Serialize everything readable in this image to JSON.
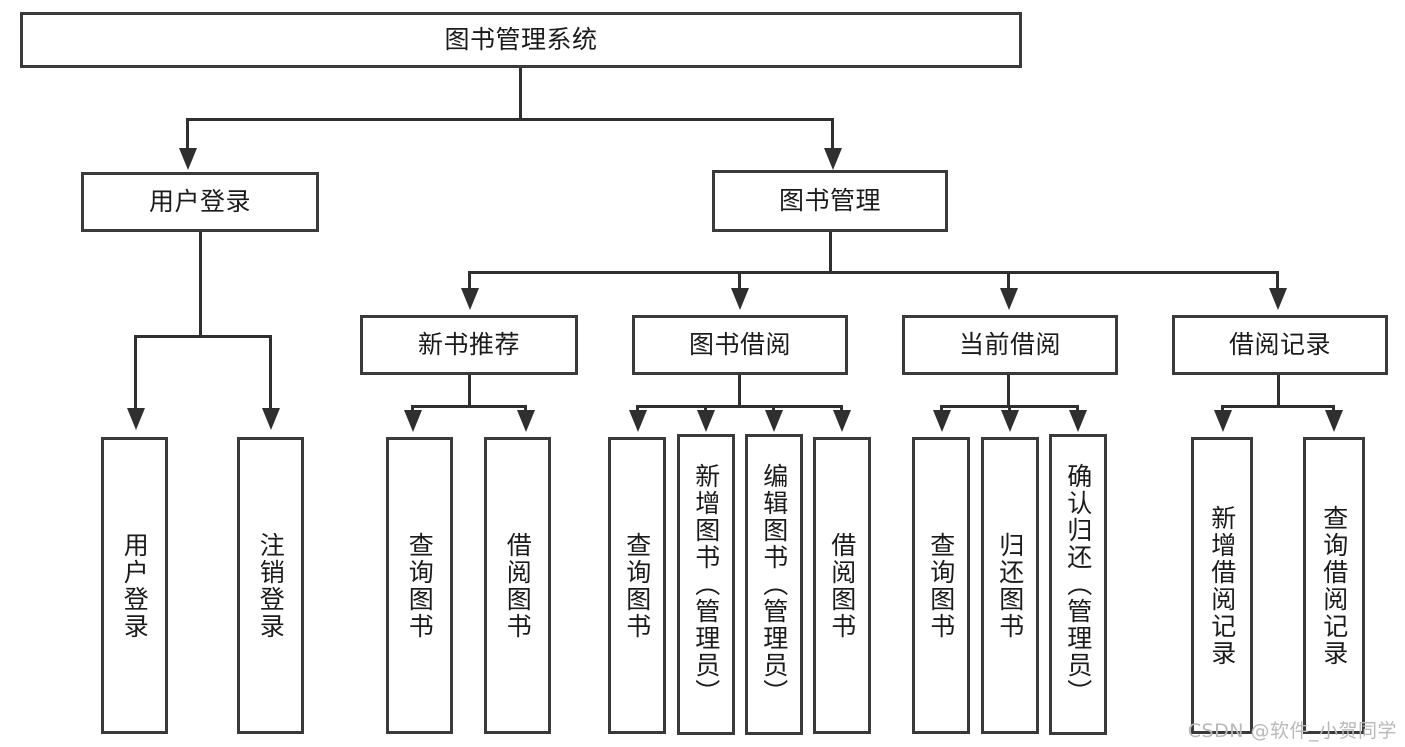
{
  "diagram": {
    "type": "tree-hierarchy",
    "title": "图书管理系统",
    "orientation": "top-down",
    "colors": {
      "box_border": "#3a3a3a",
      "box_fill": "#ffffff",
      "connector": "#2f2f2f",
      "text": "#1b1b1b",
      "watermark": "#b9b9b9",
      "background": "#ffffff"
    },
    "root": {
      "label": "图书管理系统"
    },
    "level2": [
      {
        "id": "user-login",
        "label": "用户登录"
      },
      {
        "id": "book-manage",
        "label": "图书管理"
      }
    ],
    "level3": [
      {
        "id": "new-book-recommend",
        "label": "新书推荐",
        "parent": "book-manage"
      },
      {
        "id": "book-borrow",
        "label": "图书借阅",
        "parent": "book-manage"
      },
      {
        "id": "current-borrow",
        "label": "当前借阅",
        "parent": "book-manage"
      },
      {
        "id": "borrow-record",
        "label": "借阅记录",
        "parent": "book-manage"
      }
    ],
    "leaves": {
      "user-login": [
        {
          "id": "leaf-user-login",
          "label": "用户登录"
        },
        {
          "id": "leaf-logout-login",
          "label": "注销登录"
        }
      ],
      "new-book-recommend": [
        {
          "id": "leaf-query-book-1",
          "label": "查询图书"
        },
        {
          "id": "leaf-borrow-book-1",
          "label": "借阅图书"
        }
      ],
      "book-borrow": [
        {
          "id": "leaf-query-book-2",
          "label": "查询图书"
        },
        {
          "id": "leaf-add-book",
          "label": "新增图书（管理员）"
        },
        {
          "id": "leaf-edit-book",
          "label": "编辑图书（管理员）"
        },
        {
          "id": "leaf-borrow-book-2",
          "label": "借阅图书"
        }
      ],
      "current-borrow": [
        {
          "id": "leaf-query-book-3",
          "label": "查询图书"
        },
        {
          "id": "leaf-return-book",
          "label": "归还图书"
        },
        {
          "id": "leaf-confirm-return",
          "label": "确认归还（管理员）"
        }
      ],
      "borrow-record": [
        {
          "id": "leaf-add-record",
          "label": "新增借阅记录"
        },
        {
          "id": "leaf-query-record",
          "label": "查询借阅记录"
        }
      ]
    }
  },
  "watermark": {
    "text": "CSDN @软件_小贺同学"
  }
}
